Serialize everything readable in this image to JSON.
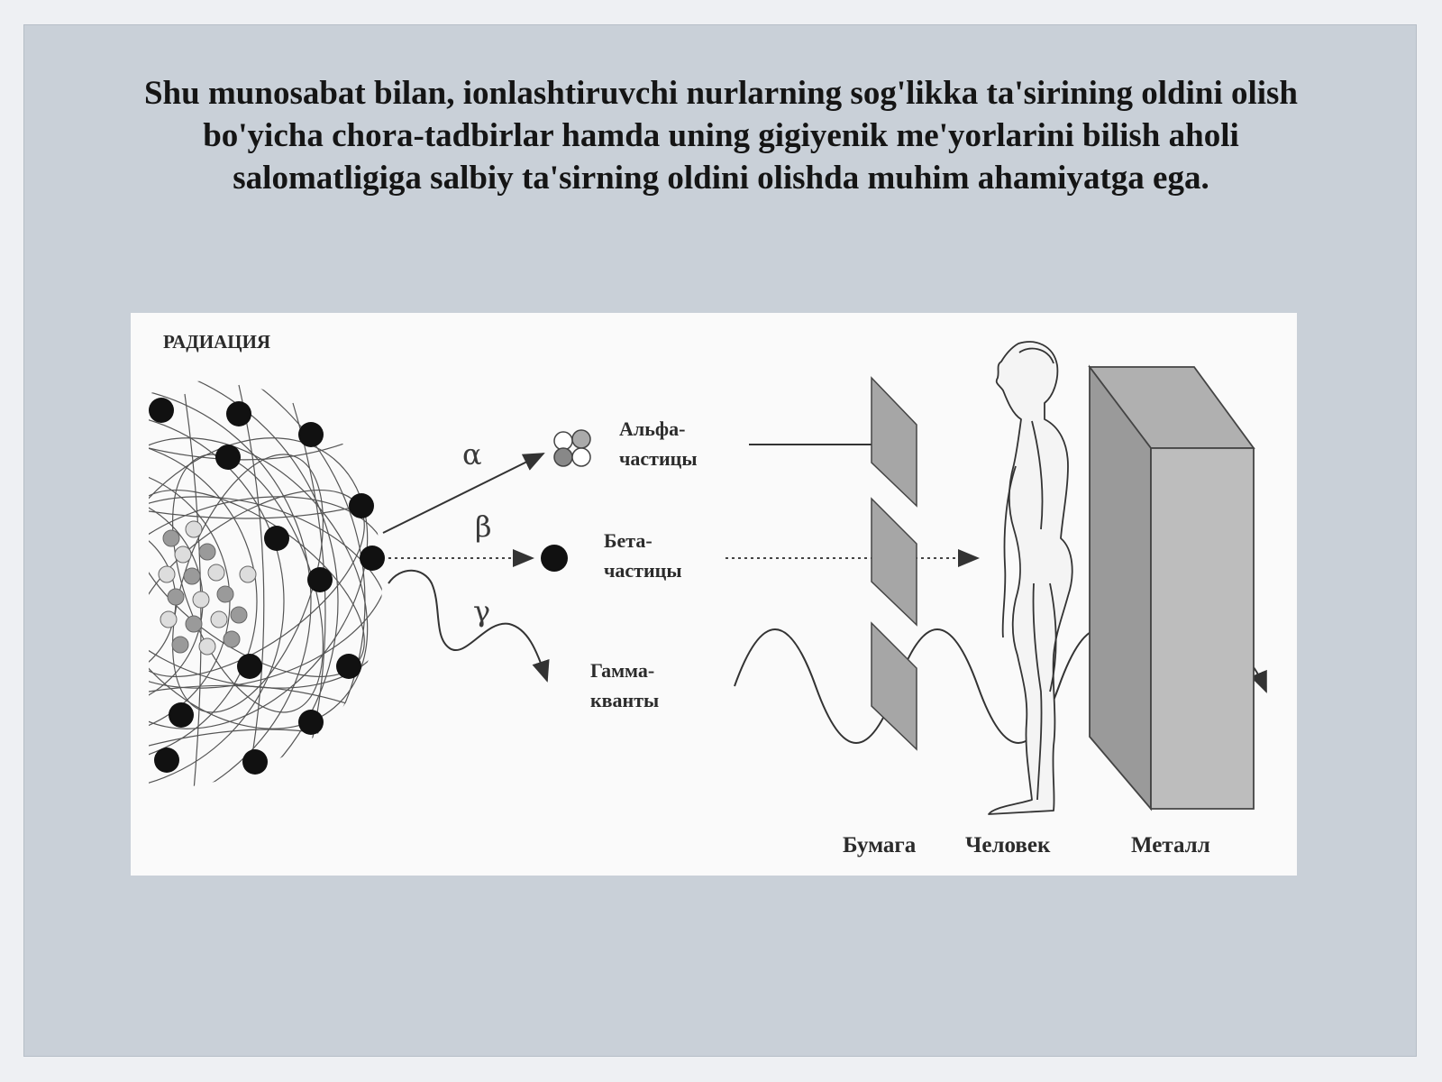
{
  "caption": "Shu munosabat bilan, ionlashtiruvchi nurlarning sog'likka ta'sirining oldini olish bo'yicha chora-tadbirlar hamda uning gigiyenik me'yorlarini bilish aholi salomatligiga salbiy ta'sirning oldini olishda muhim ahamiyatga ega.",
  "diagram": {
    "title": "РАДИАЦИЯ",
    "alpha_symbol": "α",
    "beta_symbol": "β",
    "gamma_symbol": "γ",
    "alpha_label": "Альфа-\nчастицы",
    "beta_label": "Бета-\nчастицы",
    "gamma_label": "Гамма-\nкванты",
    "barrier_paper": "Бумага",
    "barrier_human": "Человек",
    "barrier_metal": "Металл"
  }
}
